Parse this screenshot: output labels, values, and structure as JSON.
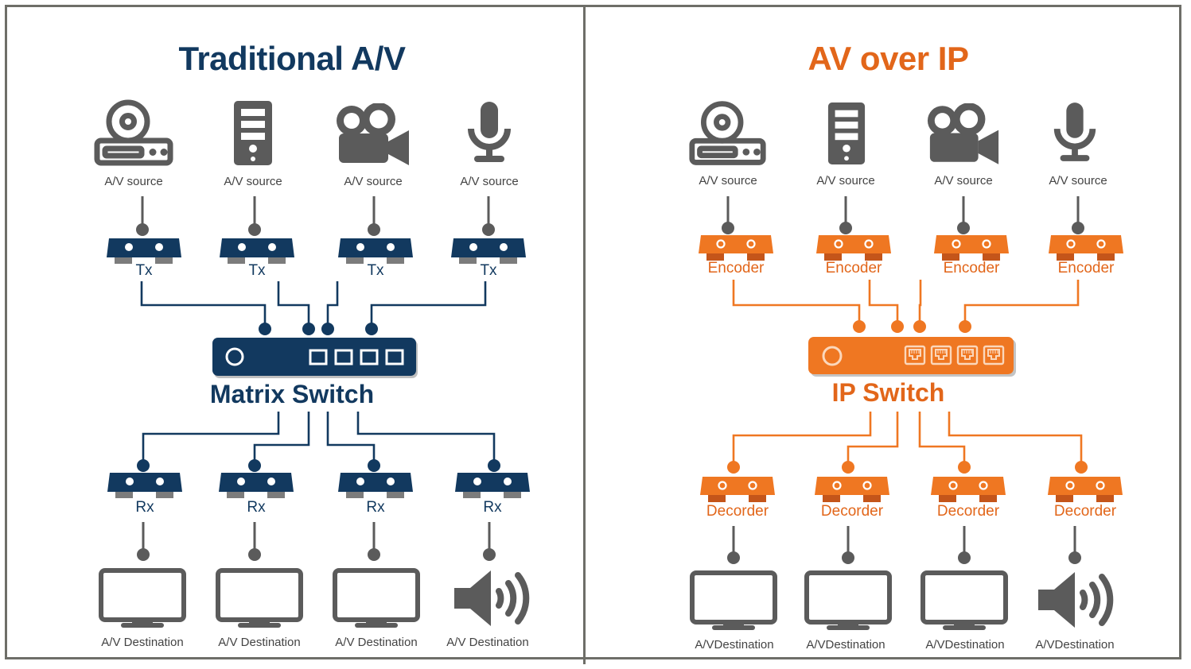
{
  "diagram": {
    "kind": "comparison-diagram",
    "colors": {
      "navy": "#12395f",
      "orange": "#e2661a",
      "gray_icon": "#5b5b5b",
      "border_gray": "#6e6e68",
      "text_gray": "#434343",
      "device_foot_gray": "#7c7c7c",
      "encoder_foot": "#c4551a"
    }
  },
  "left": {
    "title": "Traditional A/V",
    "sources": [
      {
        "label": "A/V source",
        "icon": "disc-player-icon"
      },
      {
        "label": "A/V source",
        "icon": "computer-tower-icon"
      },
      {
        "label": "A/V source",
        "icon": "video-camera-icon"
      },
      {
        "label": "A/V source",
        "icon": "microphone-icon"
      }
    ],
    "transmitters": [
      {
        "label": "Tx"
      },
      {
        "label": "Tx"
      },
      {
        "label": "Tx"
      },
      {
        "label": "Tx"
      }
    ],
    "switch": {
      "label": "Matrix Switch",
      "port_count": 4,
      "port_icon": "square-port-icon",
      "indicator_icon": "power-led-icon"
    },
    "receivers": [
      {
        "label": "Rx"
      },
      {
        "label": "Rx"
      },
      {
        "label": "Rx"
      },
      {
        "label": "Rx"
      }
    ],
    "destinations": [
      {
        "label": "A/V Destination",
        "icon": "monitor-icon"
      },
      {
        "label": "A/V Destination",
        "icon": "monitor-icon"
      },
      {
        "label": "A/V Destination",
        "icon": "monitor-icon"
      },
      {
        "label": "A/V Destination",
        "icon": "speaker-icon"
      }
    ]
  },
  "right": {
    "title": "AV over IP",
    "sources": [
      {
        "label": "A/V source",
        "icon": "disc-player-icon"
      },
      {
        "label": "A/V source",
        "icon": "computer-tower-icon"
      },
      {
        "label": "A/V source",
        "icon": "video-camera-icon"
      },
      {
        "label": "A/V source",
        "icon": "microphone-icon"
      }
    ],
    "encoders": [
      {
        "label": "Encoder"
      },
      {
        "label": "Encoder"
      },
      {
        "label": "Encoder"
      },
      {
        "label": "Encoder"
      }
    ],
    "switch": {
      "label": "IP Switch",
      "port_count": 4,
      "port_icon": "rj45-port-icon",
      "indicator_icon": "power-led-icon"
    },
    "decoders": [
      {
        "label": "Decorder"
      },
      {
        "label": "Decorder"
      },
      {
        "label": "Decorder"
      },
      {
        "label": "Decorder"
      }
    ],
    "destinations": [
      {
        "label": "A/VDestination",
        "icon": "monitor-icon"
      },
      {
        "label": "A/VDestination",
        "icon": "monitor-icon"
      },
      {
        "label": "A/VDestination",
        "icon": "monitor-icon"
      },
      {
        "label": "A/VDestination",
        "icon": "speaker-icon"
      }
    ]
  }
}
